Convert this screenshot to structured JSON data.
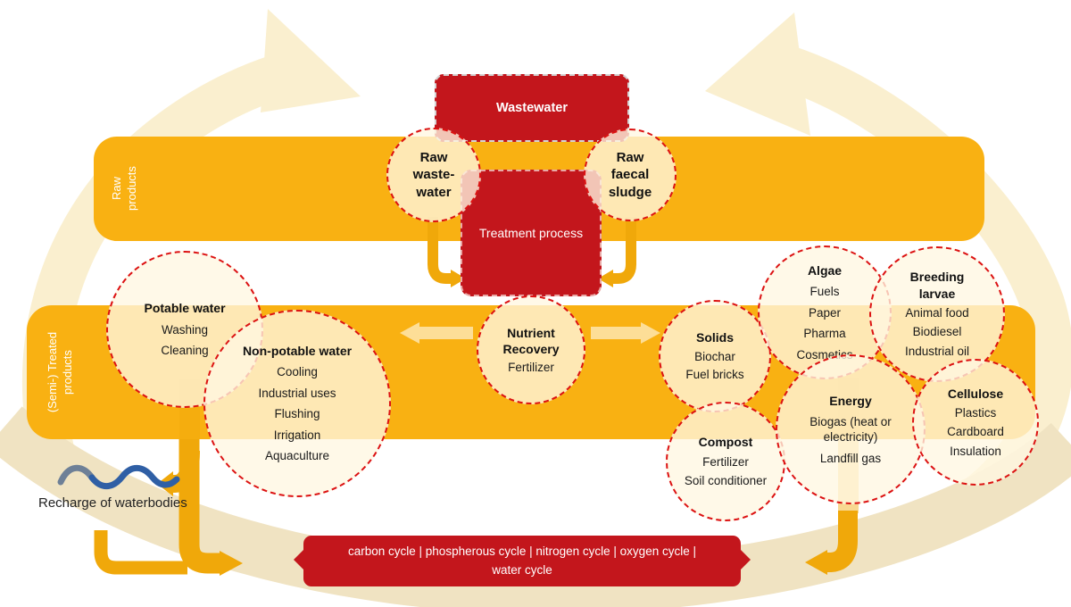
{
  "bands": {
    "raw_label": "Raw\nproducts",
    "treated_label": "(Semi-) Treated\nproducts"
  },
  "nodes": {
    "wastewater_label": "Wastewater",
    "treatment_label": "Treatment process"
  },
  "circles": [
    {
      "title": "Raw\nwaste-\nwater",
      "items": []
    },
    {
      "title": "Raw\nfaecal\nsludge",
      "items": []
    },
    {
      "title": "Potable water",
      "items": [
        "Washing",
        "Cleaning"
      ]
    },
    {
      "title": "Non-potable water",
      "items": [
        "Cooling",
        "Industrial uses",
        "Flushing",
        "Irrigation",
        "Aquaculture"
      ]
    },
    {
      "title": "Nutrient\nRecovery",
      "items": [
        "Fertilizer"
      ]
    },
    {
      "title": "Solids",
      "items": [
        "Biochar",
        "Fuel bricks"
      ]
    },
    {
      "title": "Algae",
      "items": [
        "Fuels",
        "Paper",
        "Pharma",
        "Cosmetics"
      ]
    },
    {
      "title": "Breeding\nlarvae",
      "items": [
        "Animal food",
        "Biodiesel",
        "Industrial oil"
      ]
    },
    {
      "title": "Compost",
      "items": [
        "Fertilizer",
        "Soil conditioner"
      ]
    },
    {
      "title": "Energy",
      "items": [
        "Biogas (heat or electricity)",
        "Landfill gas"
      ]
    },
    {
      "title": "Cellulose",
      "items": [
        "Plastics",
        "Cardboard",
        "Insulation"
      ]
    }
  ],
  "footer": {
    "cycles_line1": "carbon cycle |  phospherous cycle |  nitrogen cycle |  oxygen cycle |",
    "cycles_line2": "water cycle"
  },
  "recharge": {
    "label": "Recharge of waterbodies",
    "icon": "water-waves-icon"
  },
  "colors": {
    "band_orange": "#F9B112",
    "arrow_gold": "#F0A80A",
    "red": "#C3161C",
    "pale_arrow": "#FAEFCF",
    "bottom_band": "#F0E3C2",
    "circle_border": "#DC1212",
    "wave_blue": "#2F5FA5",
    "wave_gray": "#6E8097"
  }
}
